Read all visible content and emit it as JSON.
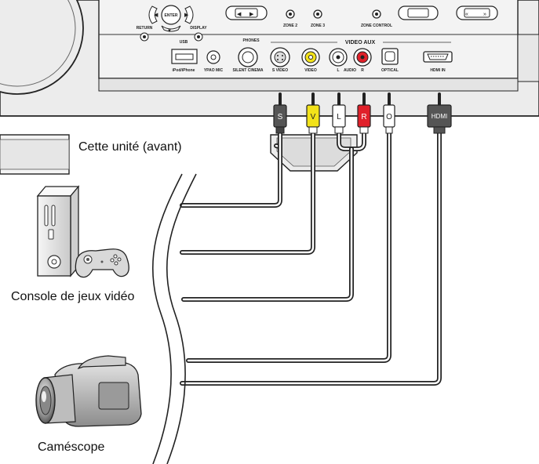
{
  "captions": {
    "unit": "Cette unité (avant)",
    "console": "Console de jeux vidéo",
    "camcorder": "Caméscope"
  },
  "panel": {
    "return": "RETURN",
    "enter": "ENTER",
    "display": "DISPLAY",
    "zone2": "ZONE 2",
    "zone3": "ZONE 3",
    "zone_control": "ZONE CONTROL",
    "phones": "PHONES",
    "video_aux": "VIDEO AUX",
    "usb": "USB",
    "ipod": "iPod/iPhone",
    "ypao": "YPAO MIC",
    "silent_cinema": "SILENT CINEMA",
    "svideo": "S VIDEO",
    "video": "VIDEO",
    "l": "L",
    "audio": "AUDIO",
    "r": "R",
    "optical": "OPTICAL",
    "hdmi_in": "HDMI IN"
  },
  "plugs": {
    "s": "S",
    "v": "V",
    "l": "L",
    "r": "R",
    "o": "O",
    "hdmi": "HDMI"
  },
  "colors": {
    "video_yellow": "#f2e21a",
    "audio_red": "#e0202a",
    "audio_white": "#ffffff",
    "svideo_gray": "#555555",
    "panel": "#ededed",
    "outline": "#222222"
  }
}
